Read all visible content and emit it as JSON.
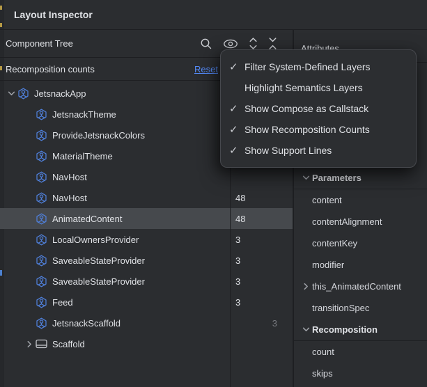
{
  "window": {
    "title": "Layout Inspector"
  },
  "component_tree": {
    "header": "Component Tree",
    "toolbar_icons": [
      "search-icon",
      "eye-icon",
      "expand-all-icon",
      "collapse-all-icon"
    ],
    "recomposition_counts_label": "Recomposition counts",
    "reset_link": "Reset",
    "nodes": [
      {
        "label": "JetsnackApp",
        "depth": 0,
        "chevron": "expanded",
        "icon": "compose",
        "count": "",
        "selected": false
      },
      {
        "label": "JetsnackTheme",
        "depth": 1,
        "chevron": "none",
        "icon": "compose",
        "count": "",
        "selected": false
      },
      {
        "label": "ProvideJetsnackColors",
        "depth": 1,
        "chevron": "none",
        "icon": "compose",
        "count": "",
        "selected": false
      },
      {
        "label": "MaterialTheme",
        "depth": 1,
        "chevron": "none",
        "icon": "compose",
        "count": "",
        "selected": false
      },
      {
        "label": "NavHost",
        "depth": 1,
        "chevron": "none",
        "icon": "compose",
        "count": "",
        "selected": false
      },
      {
        "label": "NavHost",
        "depth": 1,
        "chevron": "none",
        "icon": "compose",
        "count": "48",
        "selected": false
      },
      {
        "label": "AnimatedContent",
        "depth": 1,
        "chevron": "none",
        "icon": "compose",
        "count": "48",
        "selected": true
      },
      {
        "label": "LocalOwnersProvider",
        "depth": 1,
        "chevron": "none",
        "icon": "compose",
        "count": "3",
        "selected": false
      },
      {
        "label": "SaveableStateProvider",
        "depth": 1,
        "chevron": "none",
        "icon": "compose",
        "count": "3",
        "selected": false
      },
      {
        "label": "SaveableStateProvider",
        "depth": 1,
        "chevron": "none",
        "icon": "compose",
        "count": "3",
        "selected": false
      },
      {
        "label": "Feed",
        "depth": 1,
        "chevron": "none",
        "icon": "compose",
        "count": "3",
        "selected": false
      },
      {
        "label": "JetsnackScaffold",
        "depth": 1,
        "chevron": "none",
        "icon": "compose",
        "count": "3",
        "count_style": "dim-right",
        "selected": false
      },
      {
        "label": "Scaffold",
        "depth": 1,
        "chevron": "collapsed",
        "icon": "view",
        "count": "",
        "selected": false
      }
    ]
  },
  "attributes_panel": {
    "header": "Attributes",
    "sections": [
      {
        "label": "Parameters",
        "items": [
          {
            "label": "content",
            "expandable": false
          },
          {
            "label": "contentAlignment",
            "expandable": false
          },
          {
            "label": "contentKey",
            "expandable": false
          },
          {
            "label": "modifier",
            "expandable": false
          },
          {
            "label": "this_AnimatedContent",
            "expandable": true
          },
          {
            "label": "transitionSpec",
            "expandable": false
          }
        ]
      },
      {
        "label": "Recomposition",
        "items": [
          {
            "label": "count",
            "expandable": false
          },
          {
            "label": "skips",
            "expandable": false
          }
        ]
      }
    ]
  },
  "dropdown_menu": {
    "check_glyph": "✓",
    "items": [
      {
        "label": "Filter System-Defined Layers",
        "checked": true
      },
      {
        "label": "Highlight Semantics Layers",
        "checked": false
      },
      {
        "label": "Show Compose as Callstack",
        "checked": true
      },
      {
        "label": "Show Recomposition Counts",
        "checked": true
      },
      {
        "label": "Show Support Lines",
        "checked": true
      }
    ]
  },
  "colors": {
    "panel_bg": "#2b2d30",
    "divider": "#1e1f22",
    "text": "#dfe1e5",
    "dim_text": "#77797e",
    "selection_bg": "#46494d",
    "link_accent": "#548af7",
    "compose_icon_blue": "#4f7fd9",
    "menu_bg": "#2c2e31"
  }
}
